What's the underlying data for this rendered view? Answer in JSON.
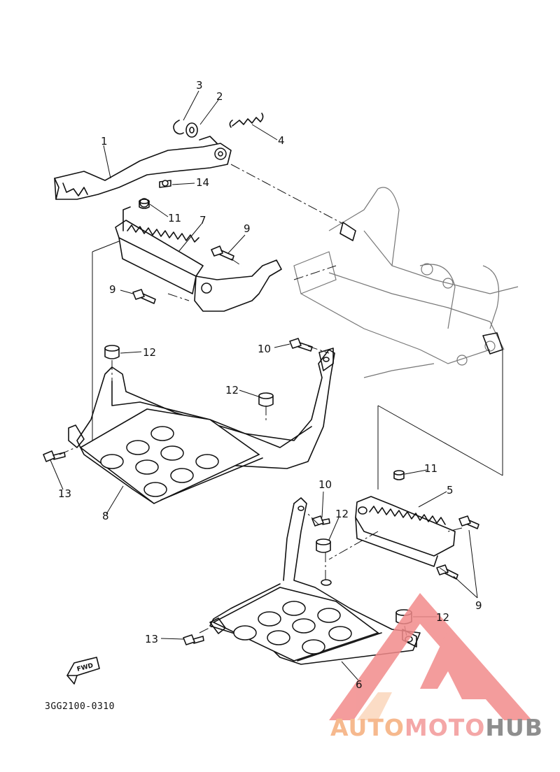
{
  "drawing_code": "3GG2100-0310",
  "fwd_label": "FWD",
  "watermark": {
    "auto": "AUTO",
    "moto": "MOTO",
    "hub": "HUB",
    "colors": {
      "auto": "#f6b98e",
      "moto": "#f4a7a7",
      "hub": "#8e8e8e",
      "triangle": "#f28b8b"
    }
  },
  "callouts": {
    "c1": "1",
    "c2": "2",
    "c3": "3",
    "c4": "4",
    "c14": "14",
    "c11a": "11",
    "c7": "7",
    "c9a": "9",
    "c9b": "9",
    "c12a": "12",
    "c10a": "10",
    "c12b": "12",
    "c13a": "13",
    "c8": "8",
    "c11b": "11",
    "c5": "5",
    "c10b": "10",
    "c12c": "12",
    "c9c": "9",
    "c12d": "12",
    "c13b": "13",
    "c6": "6"
  }
}
